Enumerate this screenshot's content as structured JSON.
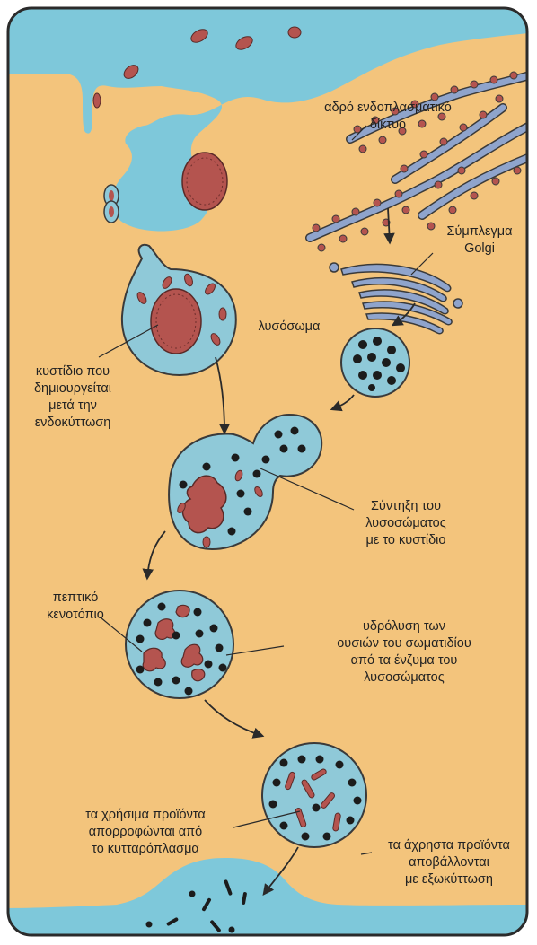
{
  "colors": {
    "frame_background": "#ffffff",
    "frame_border": "#2b2b2b",
    "cytoplasm": "#f3c47c",
    "extracellular_fluid": "#7ec8da",
    "vesicle_fill": "#8fc9d8",
    "organelle_outline": "#3a3a3a",
    "particle": "#b4544f",
    "particle_dark": "#6e2e2c",
    "enzyme_dot": "#1c1c1c",
    "er_tube": "#8fa4cc",
    "ribosome": "#b4544f",
    "label_text": "#222222",
    "arrow": "#2a2a2a"
  },
  "labels": {
    "er_line1": "αδρό ενδοπλασματικό",
    "er_line2": "δίκτυο",
    "golgi_line1": "Σύμπλεγμα",
    "golgi_line2": "Golgi",
    "lysosome": "λυσόσωμα",
    "vesicle_line1": "κυστίδιο που",
    "vesicle_line2": "δημιουργείται",
    "vesicle_line3": "μετά την",
    "vesicle_line4": "ενδοκύττωση",
    "fusion_line1": "Σύντηξη του",
    "fusion_line2": "λυσοσώματος",
    "fusion_line3": "με το κυστίδιο",
    "vacuole_line1": "πεπτικό",
    "vacuole_line2": "κενοτόπιο",
    "hydrolysis_line1": "υδρόλυση των",
    "hydrolysis_line2": "ουσιών του σωματιδίου",
    "hydrolysis_line3": "από τα ένζυμα του",
    "hydrolysis_line4": "λυσοσώματος",
    "useful_line1": "τα χρήσιμα προϊόντα",
    "useful_line2": "απορροφώνται από",
    "useful_line3": "το κυτταρόπλασμα",
    "waste_line1": "τα άχρηστα προϊόντα",
    "waste_line2": "αποβάλλονται",
    "waste_line3": "με εξωκύττωση"
  }
}
